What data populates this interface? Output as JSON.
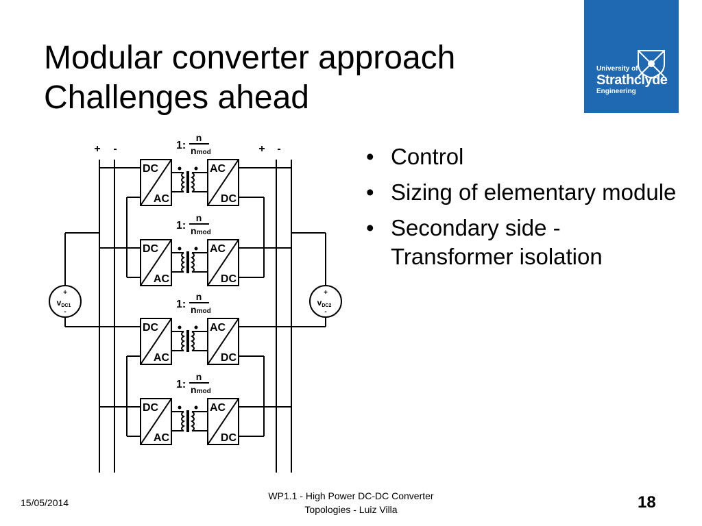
{
  "slide": {
    "title_line1": "Modular converter approach",
    "title_line2": "Challenges ahead",
    "bullets": [
      "Control",
      "Sizing of elementary module",
      "Secondary side - Transformer isolation"
    ]
  },
  "logo": {
    "line1": "University of",
    "line2": "Strathclyde",
    "line3": "Engineering",
    "background": "#1f69b3"
  },
  "diagram": {
    "plus": "+",
    "minus": "-",
    "ratio_prefix": "1:",
    "ratio_num": "n",
    "ratio_den": "n",
    "ratio_den_sub": "mod",
    "dc": "DC",
    "ac": "AC",
    "source_left": "v",
    "source_left_sub": "DC1",
    "source_right": "v",
    "source_right_sub": "DC2"
  },
  "footer": {
    "date": "15/05/2014",
    "line1": "WP1.1 - High Power DC-DC Converter",
    "line2": "Topologies - Luiz Villa",
    "page": "18"
  }
}
